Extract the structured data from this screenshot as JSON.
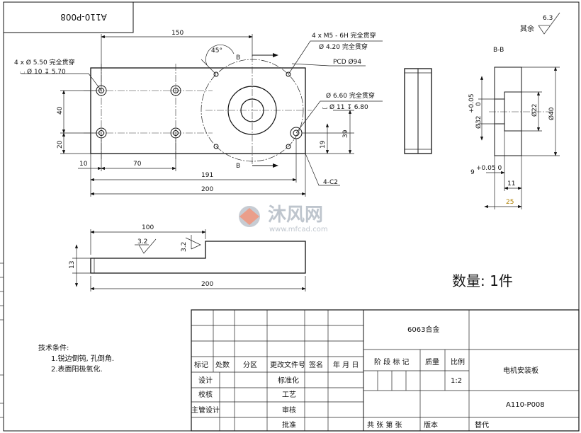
{
  "drawing_number_mirrored": "A110-P008",
  "surface_finish": {
    "rest_label": "其余",
    "rest_value": "6.3",
    "side_value": "3.2",
    "side_value_2": "3.2"
  },
  "section_label": "B-B",
  "callouts": {
    "m5_line1": "4 x  M5 - 6H 完全贯穿",
    "m5_line2": "Ø 4.20 完全贯穿",
    "hole55_line1": "4 x  Ø 5.50 完全贯穿",
    "hole55_line2": "⌴ Ø 10 ↧ 5.70",
    "pcd": "PCD Ø94",
    "hole66_line1": "Ø 6.60 完全贯穿",
    "hole66_line2": "⌴ Ø 11 ↧ 6.80",
    "chamfer": "4-C2",
    "angle": "45°",
    "section_mark": "B"
  },
  "dimensions": {
    "top_150": "150",
    "left_40": "40",
    "left_20": "20",
    "bottom_10": "10",
    "bottom_70": "70",
    "bottom_191": "191",
    "bottom_200": "200",
    "right_19": "19",
    "right_39": "39",
    "side_100": "100",
    "side_13": "13",
    "side_200": "200",
    "sec_tol": "+0.05",
    "sec_tol0": "0",
    "sec_d32": "Ø32",
    "sec_d22": "Ø22",
    "sec_d40": "Ø40",
    "sec_9": "9",
    "sec_9tol": "+0.05 0",
    "sec_11": "11",
    "sec_25": "25"
  },
  "quantity": "数量: 1件",
  "tech_notes": {
    "title": "技术条件:",
    "line1": "1.锐边倒钝, 孔倒角.",
    "line2": "2.表面阳极氧化."
  },
  "watermark": {
    "cn": "沐风网",
    "url": "www.mfcad.com"
  },
  "title_block": {
    "material": "6063合金",
    "part_name": "电机安装板",
    "drawing_no": "A110-P008",
    "scale_label": "比例",
    "scale": "1:2",
    "mass_label": "质量",
    "stage_label": "阶 段 标 记",
    "headers": [
      "标记",
      "处数",
      "分区",
      "更改文件号",
      "签名",
      "年 月 日"
    ],
    "rows_left": [
      "设计",
      "校核",
      "主管设计"
    ],
    "rows_mid": [
      "标准化",
      "工艺",
      "审核",
      "批准"
    ],
    "sheet_text": "共  张  第  张",
    "version": "版本",
    "replace": "替代"
  }
}
